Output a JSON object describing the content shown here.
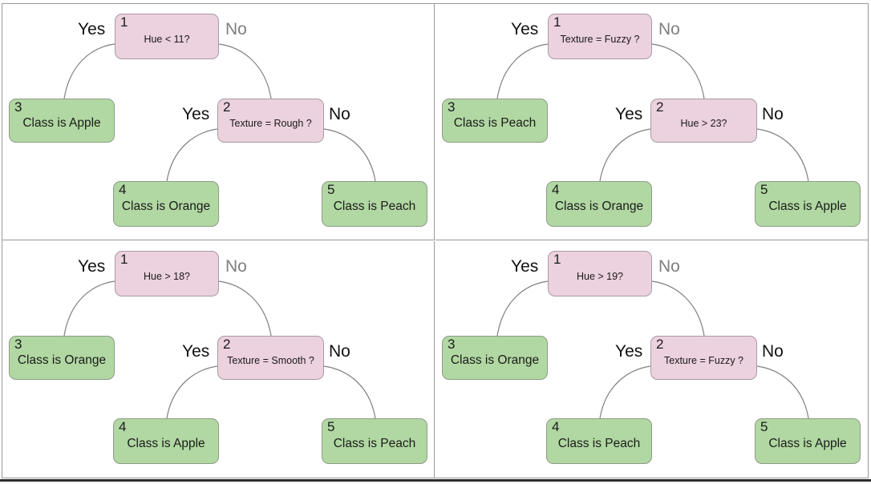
{
  "labels": {
    "yes": "Yes",
    "no": "No"
  },
  "colors": {
    "decision_fill": "#ecd1de",
    "decision_border": "#a89aa3",
    "leaf_fill": "#b1d8a2",
    "leaf_border": "#8e9b87",
    "edge": "#808080",
    "panel_border": "#999999",
    "no_root_label": "#7f7f7f",
    "text": "#1a1a1a",
    "bottom_bar": "#2c2c2c"
  },
  "trees": [
    {
      "position": "top-left",
      "nodes": {
        "n1": {
          "id": "1",
          "label": "Hue < 11?"
        },
        "n2": {
          "id": "2",
          "label": "Texture = Rough ?"
        },
        "n3": {
          "id": "3",
          "label": "Class is Apple"
        },
        "n4": {
          "id": "4",
          "label": "Class is Orange"
        },
        "n5": {
          "id": "5",
          "label": "Class is Peach"
        }
      }
    },
    {
      "position": "top-right",
      "nodes": {
        "n1": {
          "id": "1",
          "label": "Texture = Fuzzy ?"
        },
        "n2": {
          "id": "2",
          "label": "Hue > 23?"
        },
        "n3": {
          "id": "3",
          "label": "Class is Peach"
        },
        "n4": {
          "id": "4",
          "label": "Class is Orange"
        },
        "n5": {
          "id": "5",
          "label": "Class is Apple"
        }
      }
    },
    {
      "position": "bottom-left",
      "nodes": {
        "n1": {
          "id": "1",
          "label": "Hue > 18?"
        },
        "n2": {
          "id": "2",
          "label": "Texture = Smooth ?"
        },
        "n3": {
          "id": "3",
          "label": "Class is Orange"
        },
        "n4": {
          "id": "4",
          "label": "Class is Apple"
        },
        "n5": {
          "id": "5",
          "label": "Class is Peach"
        }
      }
    },
    {
      "position": "bottom-right",
      "nodes": {
        "n1": {
          "id": "1",
          "label": "Hue > 19?"
        },
        "n2": {
          "id": "2",
          "label": "Texture = Fuzzy ?"
        },
        "n3": {
          "id": "3",
          "label": "Class is Orange"
        },
        "n4": {
          "id": "4",
          "label": "Class is Peach"
        },
        "n5": {
          "id": "5",
          "label": "Class is Apple"
        }
      }
    }
  ]
}
